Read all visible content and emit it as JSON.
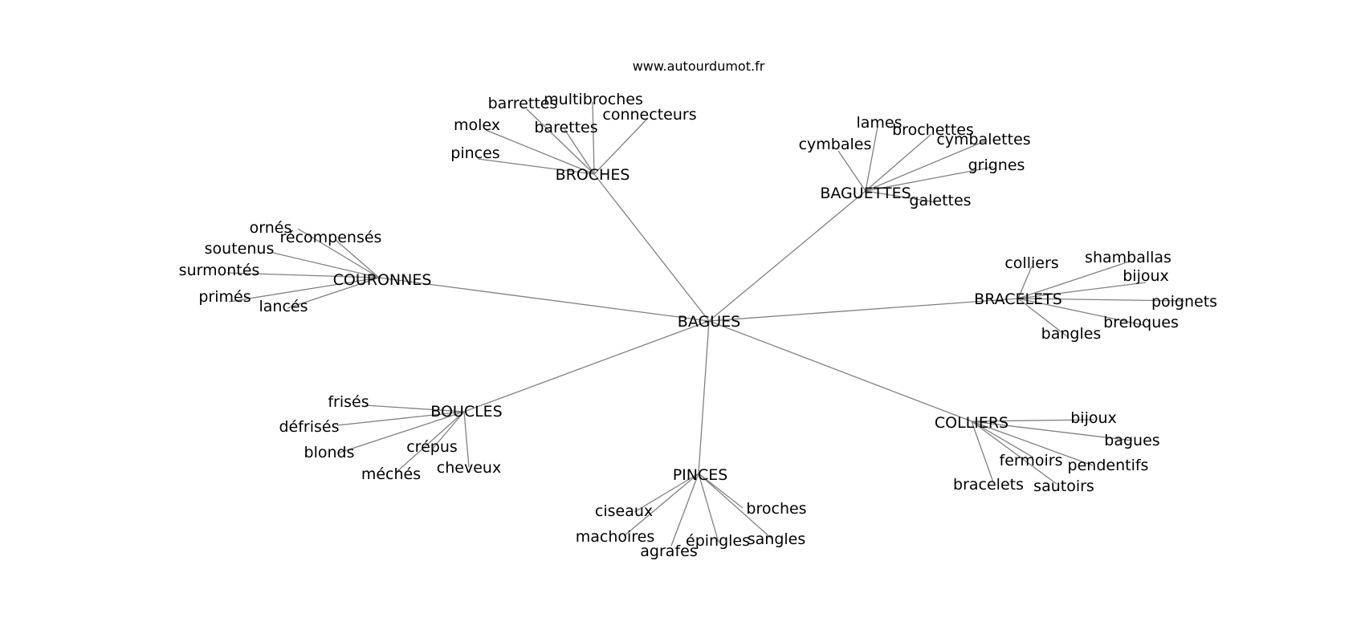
{
  "source": "www.autourdumot.fr",
  "center": "BAGUES",
  "groups": [
    {
      "hub": "BROCHES",
      "leaves": [
        "pinces",
        "molex",
        "barrettes",
        "barettes",
        "multibroches",
        "connecteurs"
      ]
    },
    {
      "hub": "BAGUETTES",
      "leaves": [
        "cymbales",
        "lames",
        "brochettes",
        "cymbalettes",
        "grignes",
        "galettes"
      ]
    },
    {
      "hub": "COURONNES",
      "leaves": [
        "ornés",
        "récompensés",
        "soutenus",
        "surmontés",
        "primés",
        "lancés"
      ]
    },
    {
      "hub": "BRACELETS",
      "leaves": [
        "colliers",
        "shamballas",
        "bijoux",
        "poignets",
        "breloques",
        "bangles"
      ]
    },
    {
      "hub": "BOUCLES",
      "leaves": [
        "frisés",
        "défrisés",
        "blonds",
        "méchés",
        "crépus",
        "cheveux"
      ]
    },
    {
      "hub": "PINCES",
      "leaves": [
        "ciseaux",
        "machoires",
        "agrafes",
        "épingles",
        "sangles",
        "broches"
      ]
    },
    {
      "hub": "COLLIERS",
      "leaves": [
        "bijoux",
        "bagues",
        "pendentifs",
        "sautoirs",
        "fermoirs",
        "bracelets"
      ]
    }
  ]
}
